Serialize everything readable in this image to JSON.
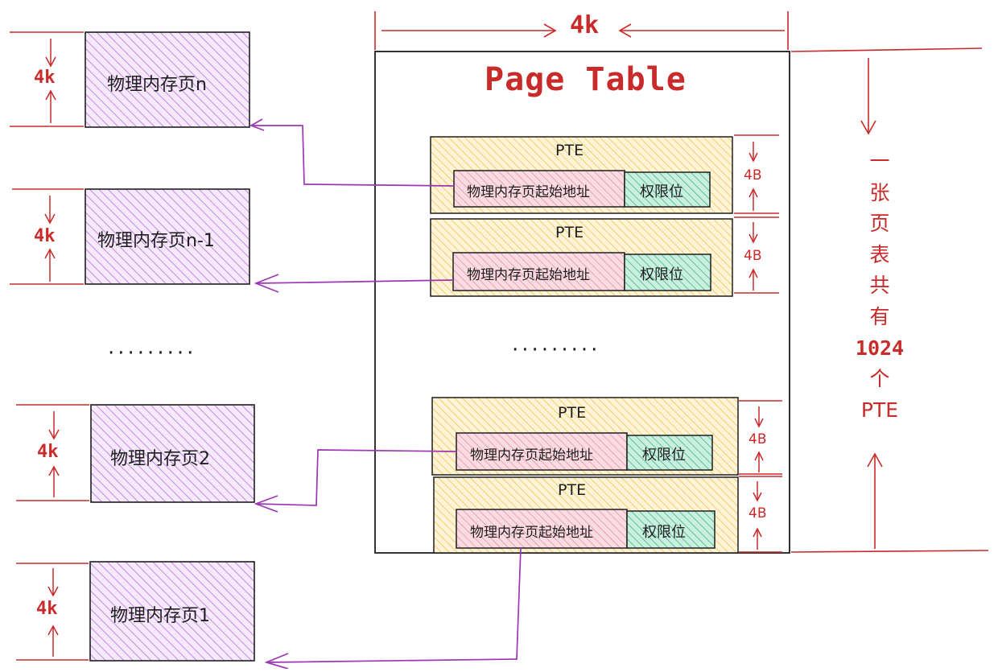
{
  "colors": {
    "red": "#c92a2a",
    "purple": "#9c36b5",
    "page_fill": "#e5c4f0",
    "pte_fill": "#fbe3a2",
    "addr_fill": "#f2b8c6",
    "perm_fill": "#7bcfae",
    "ink": "#1e1e1e"
  },
  "page_table": {
    "title": "Page Table",
    "width_label": "4k",
    "side_label": {
      "prefix_chars": [
        "一",
        "张",
        "页",
        "表",
        "共",
        "有"
      ],
      "count": "1024",
      "suffix_chars": [
        "个",
        "PTE"
      ]
    },
    "ellipsis": "·········",
    "entries": [
      {
        "title": "PTE",
        "address_label": "物理内存页起始地址",
        "perm_label": "权限位",
        "size_label": "4B"
      },
      {
        "title": "PTE",
        "address_label": "物理内存页起始地址",
        "perm_label": "权限位",
        "size_label": "4B"
      },
      {
        "title": "PTE",
        "address_label": "物理内存页起始地址",
        "perm_label": "权限位",
        "size_label": "4B"
      },
      {
        "title": "PTE",
        "address_label": "物理内存页起始地址",
        "perm_label": "权限位",
        "size_label": "4B"
      }
    ]
  },
  "physical_pages": {
    "ellipsis": "·········",
    "items": [
      {
        "label": "物理内存页n",
        "size_label": "4k"
      },
      {
        "label": "物理内存页n-1",
        "size_label": "4k"
      },
      {
        "label": "物理内存页2",
        "size_label": "4k"
      },
      {
        "label": "物理内存页1",
        "size_label": "4k"
      }
    ]
  }
}
